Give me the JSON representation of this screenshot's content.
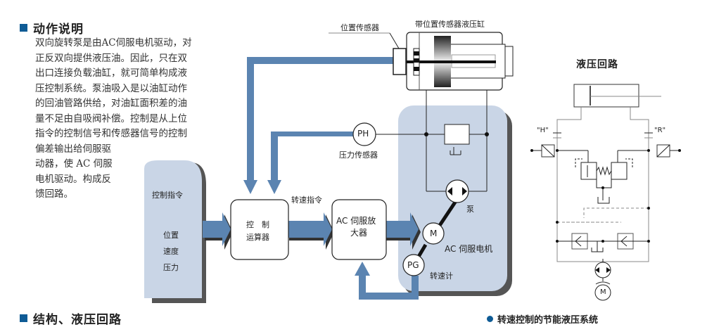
{
  "section1": {
    "title": "动作说明",
    "paragraph_lines": [
      "双向旋转泵是由AC伺服电机驱动，对",
      "正反双向提供液压油。因此，只在双",
      "出口连接负载油缸，就可简单构成液",
      "压控制系统。泵油吸入是以油缸动作",
      "的回油管路供给，对油缸面积差的油",
      "量不足由自吸阀补偿。控制是从上位",
      "指令的控制信号和传感器信号的控制"
    ],
    "paragraph_short_lines": [
      "偏差输出给伺服驱",
      "动器，使 AC 伺服",
      "电机驱动。构成反",
      "馈回路。"
    ]
  },
  "diagram": {
    "position_sensor_label": "位置传感器",
    "cylinder_label": "带位置传感器液压缸",
    "pressure_sensor_symbol": "PH",
    "pressure_sensor_label": "压力传感器",
    "command_box": {
      "title": "控制指令",
      "items": [
        "位置",
        "速度",
        "压力"
      ]
    },
    "controller_box": {
      "line1": "控　制",
      "line2": "运算器"
    },
    "speed_command_label": "转速指令",
    "amplifier_box": {
      "line1": "AC 伺服放",
      "line2": "大器"
    },
    "motor_symbol": "M",
    "motor_label": "AC 伺服电机",
    "pump_label": "泵",
    "tacho_symbol": "PG",
    "tacho_label": "转速计",
    "colors": {
      "arrow": "#5b84b1",
      "panel": "#c9d5e6",
      "shadow": "#555555"
    }
  },
  "hydraulic_circuit": {
    "title": "液压回路",
    "port_h": "\"H\"",
    "port_r": "\"R\"",
    "motor_symbol": "M"
  },
  "section2": {
    "title": "结构、液压回路",
    "bullet": "转速控制的节能液压系统"
  }
}
